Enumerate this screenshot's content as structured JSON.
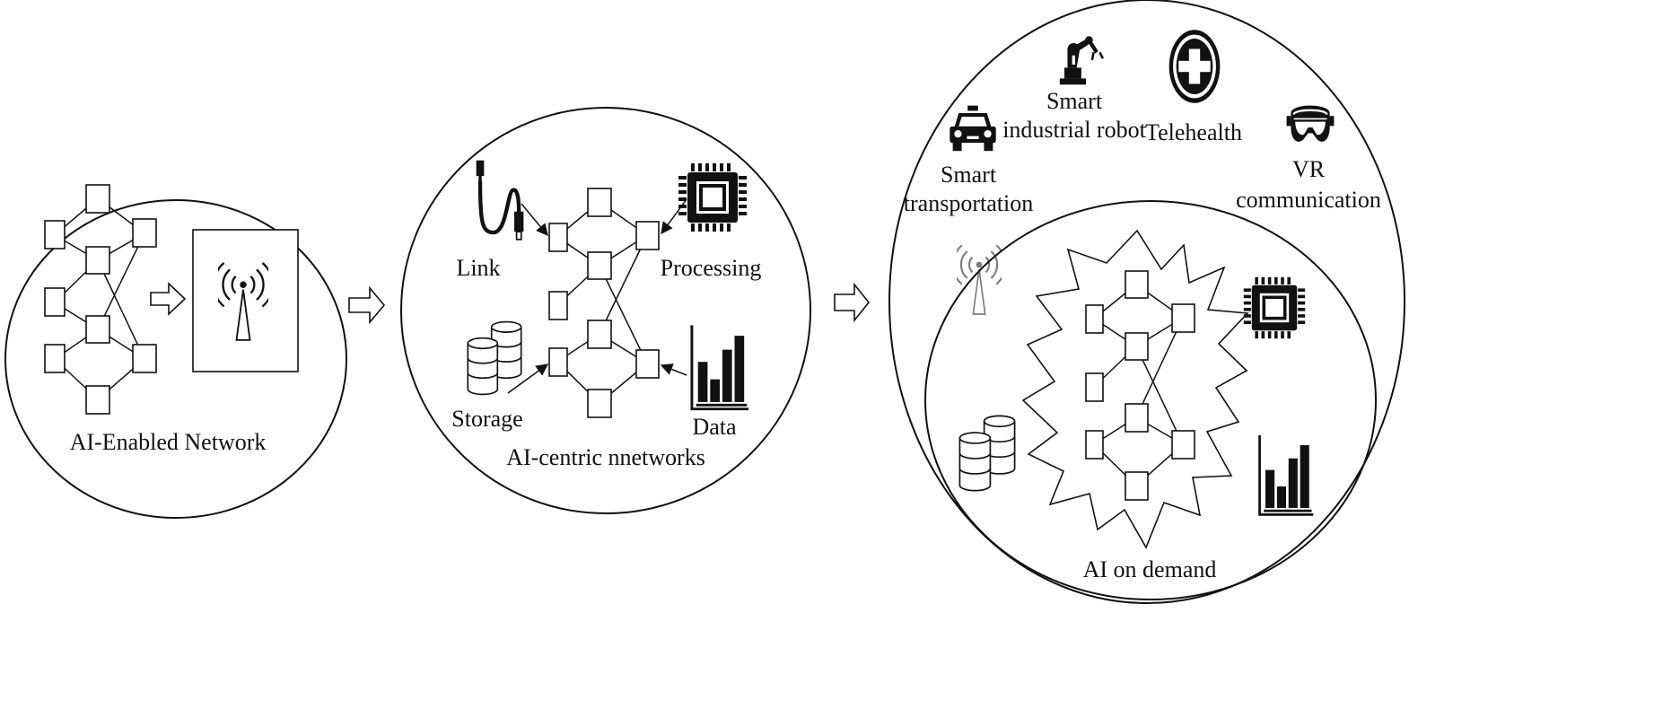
{
  "panel1": {
    "caption": "AI-Enabled Network"
  },
  "panel2": {
    "caption": "AI-centric nnetworks",
    "link": "Link",
    "processing": "Processing",
    "storage": "Storage",
    "data": "Data"
  },
  "panel3": {
    "caption": "AI on demand",
    "smart_transportation": [
      "Smart",
      "transportation"
    ],
    "smart_robot": [
      "Smart",
      "industrial robot"
    ],
    "telehealth": "Telehealth",
    "vr": [
      "VR",
      "communication"
    ]
  },
  "icons": {
    "antenna": "antenna-icon",
    "cable": "cable-plug-icon",
    "chip": "cpu-chip-icon",
    "database": "database-icon",
    "bar_chart": "bar-chart-icon",
    "car": "car-icon",
    "robot_arm": "robot-arm-icon",
    "medical_cross": "medical-cross-icon",
    "vr_headset": "vr-headset-icon",
    "arrow": "hollow-arrow-icon"
  }
}
